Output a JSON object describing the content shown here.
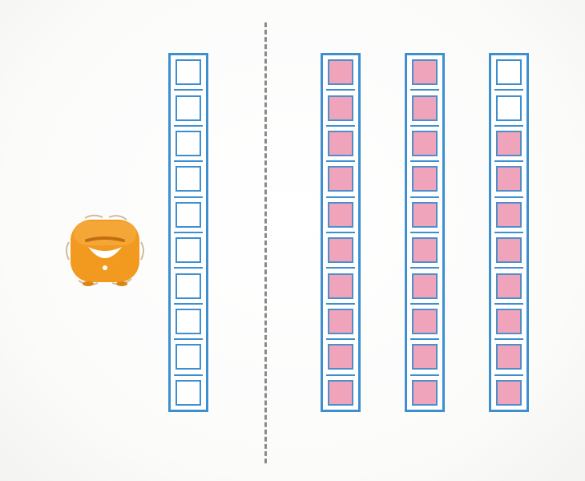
{
  "colors": {
    "column_border": "#3d8fd0",
    "cell_filled": "#f0a4bb",
    "cell_empty": "#ffffff",
    "divider": "#8a8a8a",
    "token_body": "#f29a1f",
    "token_face": "#ffffff"
  },
  "left_group": {
    "columns": [
      {
        "cells_total": 10,
        "cells_filled": 0
      }
    ]
  },
  "right_group": {
    "columns": [
      {
        "cells_total": 10,
        "cells_filled": 10
      },
      {
        "cells_total": 10,
        "cells_filled": 10
      },
      {
        "cells_total": 10,
        "cells_filled": 8
      }
    ]
  },
  "token": {
    "icon": "smiling-orange-bug-icon"
  }
}
